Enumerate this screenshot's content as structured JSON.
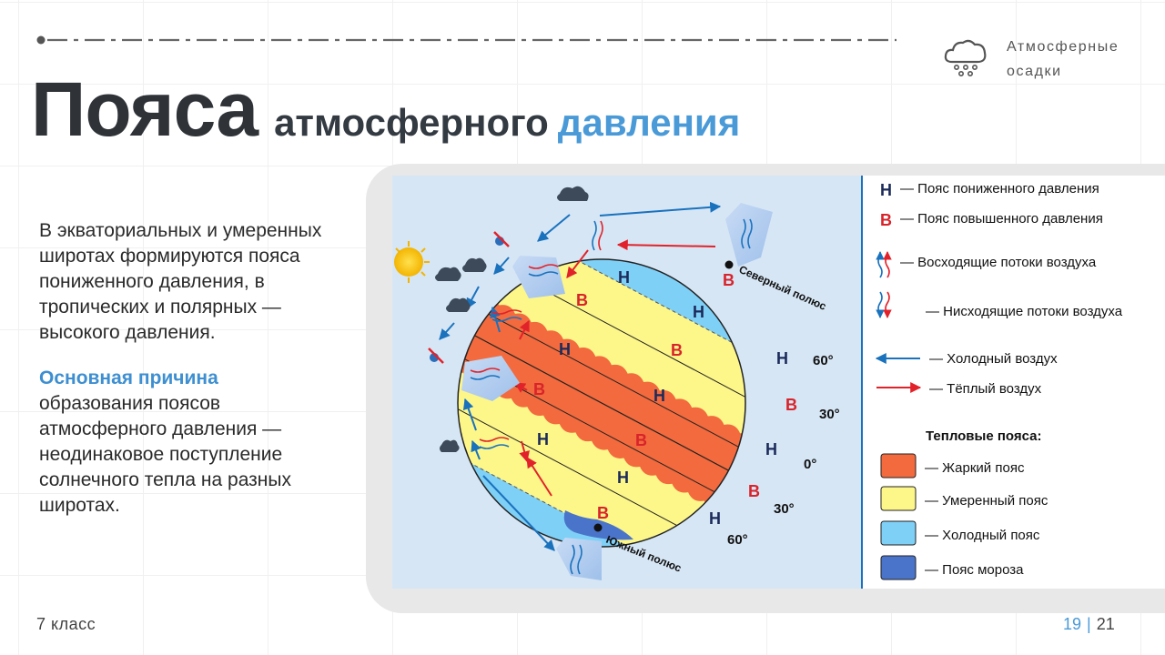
{
  "header": {
    "brand_line1": "Атмосферные",
    "brand_line2": "осадки",
    "brand_icon": "rain-cloud-icon"
  },
  "title": {
    "big": "Пояса",
    "mid": "атмосферного",
    "accent": "давления"
  },
  "body": {
    "para1": "В экваториальных и умеренных широтах формируются пояса пониженного давления, в тропических и полярных — высокого давления.",
    "para2_highlight": "Основная причина",
    "para2_rest": "образования поясов атмосферного давления — неодинаковое поступление солнечного тепла на разных широтах."
  },
  "diagram": {
    "north_pole": "Северный полюс",
    "south_pole": "Южный полюс",
    "letter_low": "Н",
    "letter_high": "В",
    "lat_60n": "60°",
    "lat_30n": "30°",
    "lat_0": "0°",
    "lat_30s": "30°",
    "lat_60s": "60°"
  },
  "legend": {
    "low": "— Пояс пониженного давления",
    "high": "— Пояс повышенного давления",
    "rising": "— Восходящие потоки воздуха",
    "sinking": "— Нисходящие потоки воздуха",
    "cold": "— Холодный воздух",
    "warm": "— Тёплый воздух",
    "thermal_title": "Тепловые пояса:",
    "hot": "— Жаркий пояс",
    "temperate": "— Умеренный пояс",
    "cold_zone": "— Холодный пояс",
    "frost": "— Пояс мороза"
  },
  "colors": {
    "accent": "#4a9ad8",
    "hot_zone": "#f26a3d",
    "temperate_zone": "#fdf78a",
    "cold_zone": "#7fd0f7",
    "frost_zone": "#4a74c9",
    "cold_arrow": "#1a72bd",
    "warm_arrow": "#e2222a",
    "low_letter": "#1b2a5a",
    "high_letter": "#d8232a"
  },
  "footer": {
    "grade": "7 класс",
    "page": "19",
    "total": "21"
  }
}
